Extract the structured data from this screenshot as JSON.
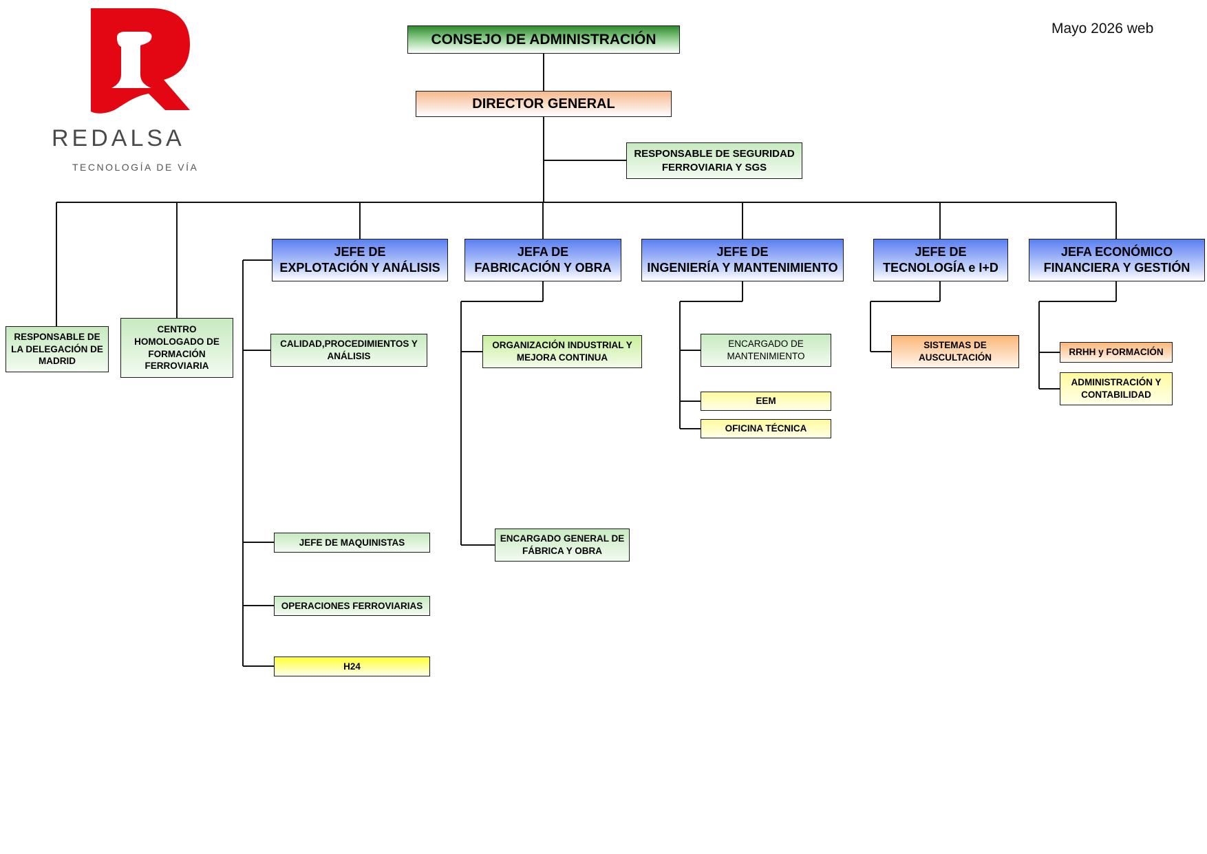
{
  "header": {
    "logo_name": "REDALSA",
    "logo_tagline": "TECNOLOGÍA DE VÍA",
    "edition": "Mayo 2026 web"
  },
  "colors": {
    "board": "#2e8b2e",
    "director": "#f6b98d",
    "heads": "#5b7ff2",
    "staff": "#c7eac0",
    "unit_yellow": "#fffa9e",
    "unit_orange": "#fbb779",
    "logo_red": "#e30613"
  },
  "org": {
    "board": [
      "CONSEJO DE ADMINISTRACIÓN"
    ],
    "director": [
      "DIRECTOR GENERAL"
    ],
    "safety": [
      "RESPONSABLE DE SEGURIDAD",
      "FERROVIARIA Y SGS"
    ],
    "madrid": [
      "RESPONSABLE DE",
      "LA DELEGACIÓN DE",
      "MADRID"
    ],
    "training": [
      "CENTRO",
      "HOMOLOGADO DE",
      "FORMACIÓN",
      "FERROVIARIA"
    ],
    "head_ops": [
      "JEFE DE",
      "EXPLOTACIÓN Y ANÁLISIS"
    ],
    "head_fab": [
      "JEFA DE",
      "FABRICACIÓN Y OBRA"
    ],
    "head_eng": [
      "JEFE DE",
      "INGENIERÍA Y MANTENIMIENTO"
    ],
    "head_tech": [
      "JEFE DE",
      "TECNOLOGÍA e I+D"
    ],
    "head_fin": [
      "JEFA ECONÓMICO",
      "FINANCIERA Y GESTIÓN"
    ],
    "ops_quality": [
      "CALIDAD,PROCEDIMIENTOS Y",
      "ANÁLISIS"
    ],
    "ops_drivers": [
      "JEFE DE MAQUINISTAS"
    ],
    "ops_rail": [
      "OPERACIONES FERROVIARIAS"
    ],
    "ops_h24": [
      "H24"
    ],
    "fab_org": [
      "ORGANIZACIÓN INDUSTRIAL Y",
      "MEJORA CONTINUA"
    ],
    "fab_general": [
      "ENCARGADO GENERAL DE",
      "FÁBRICA Y OBRA"
    ],
    "eng_maint": [
      "ENCARGADO DE",
      "MANTENIMIENTO"
    ],
    "eng_eem": [
      "EEM"
    ],
    "eng_office": [
      "OFICINA TÉCNICA"
    ],
    "tech_systems": [
      "SISTEMAS DE",
      "AUSCULTACIÓN"
    ],
    "fin_hr": [
      "RRHH y FORMACIÓN"
    ],
    "fin_admin": [
      "ADMINISTRACIÓN Y",
      "CONTABILIDAD"
    ]
  }
}
